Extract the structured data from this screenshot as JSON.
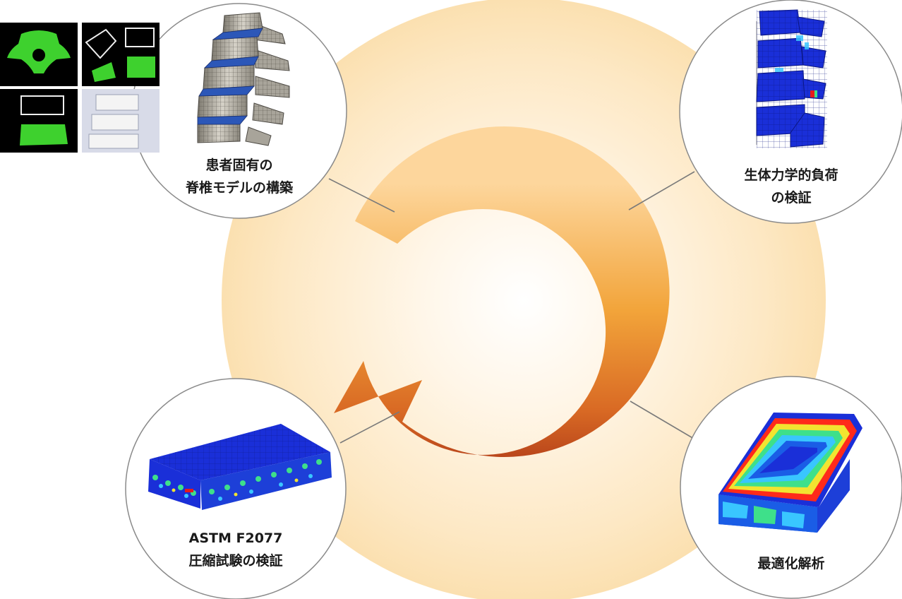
{
  "steps": [
    {
      "id": "model",
      "line1": "患者固有の",
      "line2": "脊椎モデルの構築"
    },
    {
      "id": "load",
      "line1": "生体力学的負荷",
      "line2": "の検証"
    },
    {
      "id": "optimize",
      "line1": "最適化解析",
      "line2": ""
    },
    {
      "id": "astm",
      "line1": "ASTM F2077",
      "line2": "圧縮試験の検証"
    }
  ],
  "colors": {
    "glow": "#fbe2b5",
    "arrow_light": "#fcd49a",
    "arrow_mid": "#f1a033",
    "arrow_dark": "#b8421a",
    "circle_border": "#8a8a8a",
    "connector": "#7a7a7a",
    "fem_blue": "#1a2fd8",
    "fem_red": "#e61a1a",
    "seg_green": "#3ed12e"
  }
}
